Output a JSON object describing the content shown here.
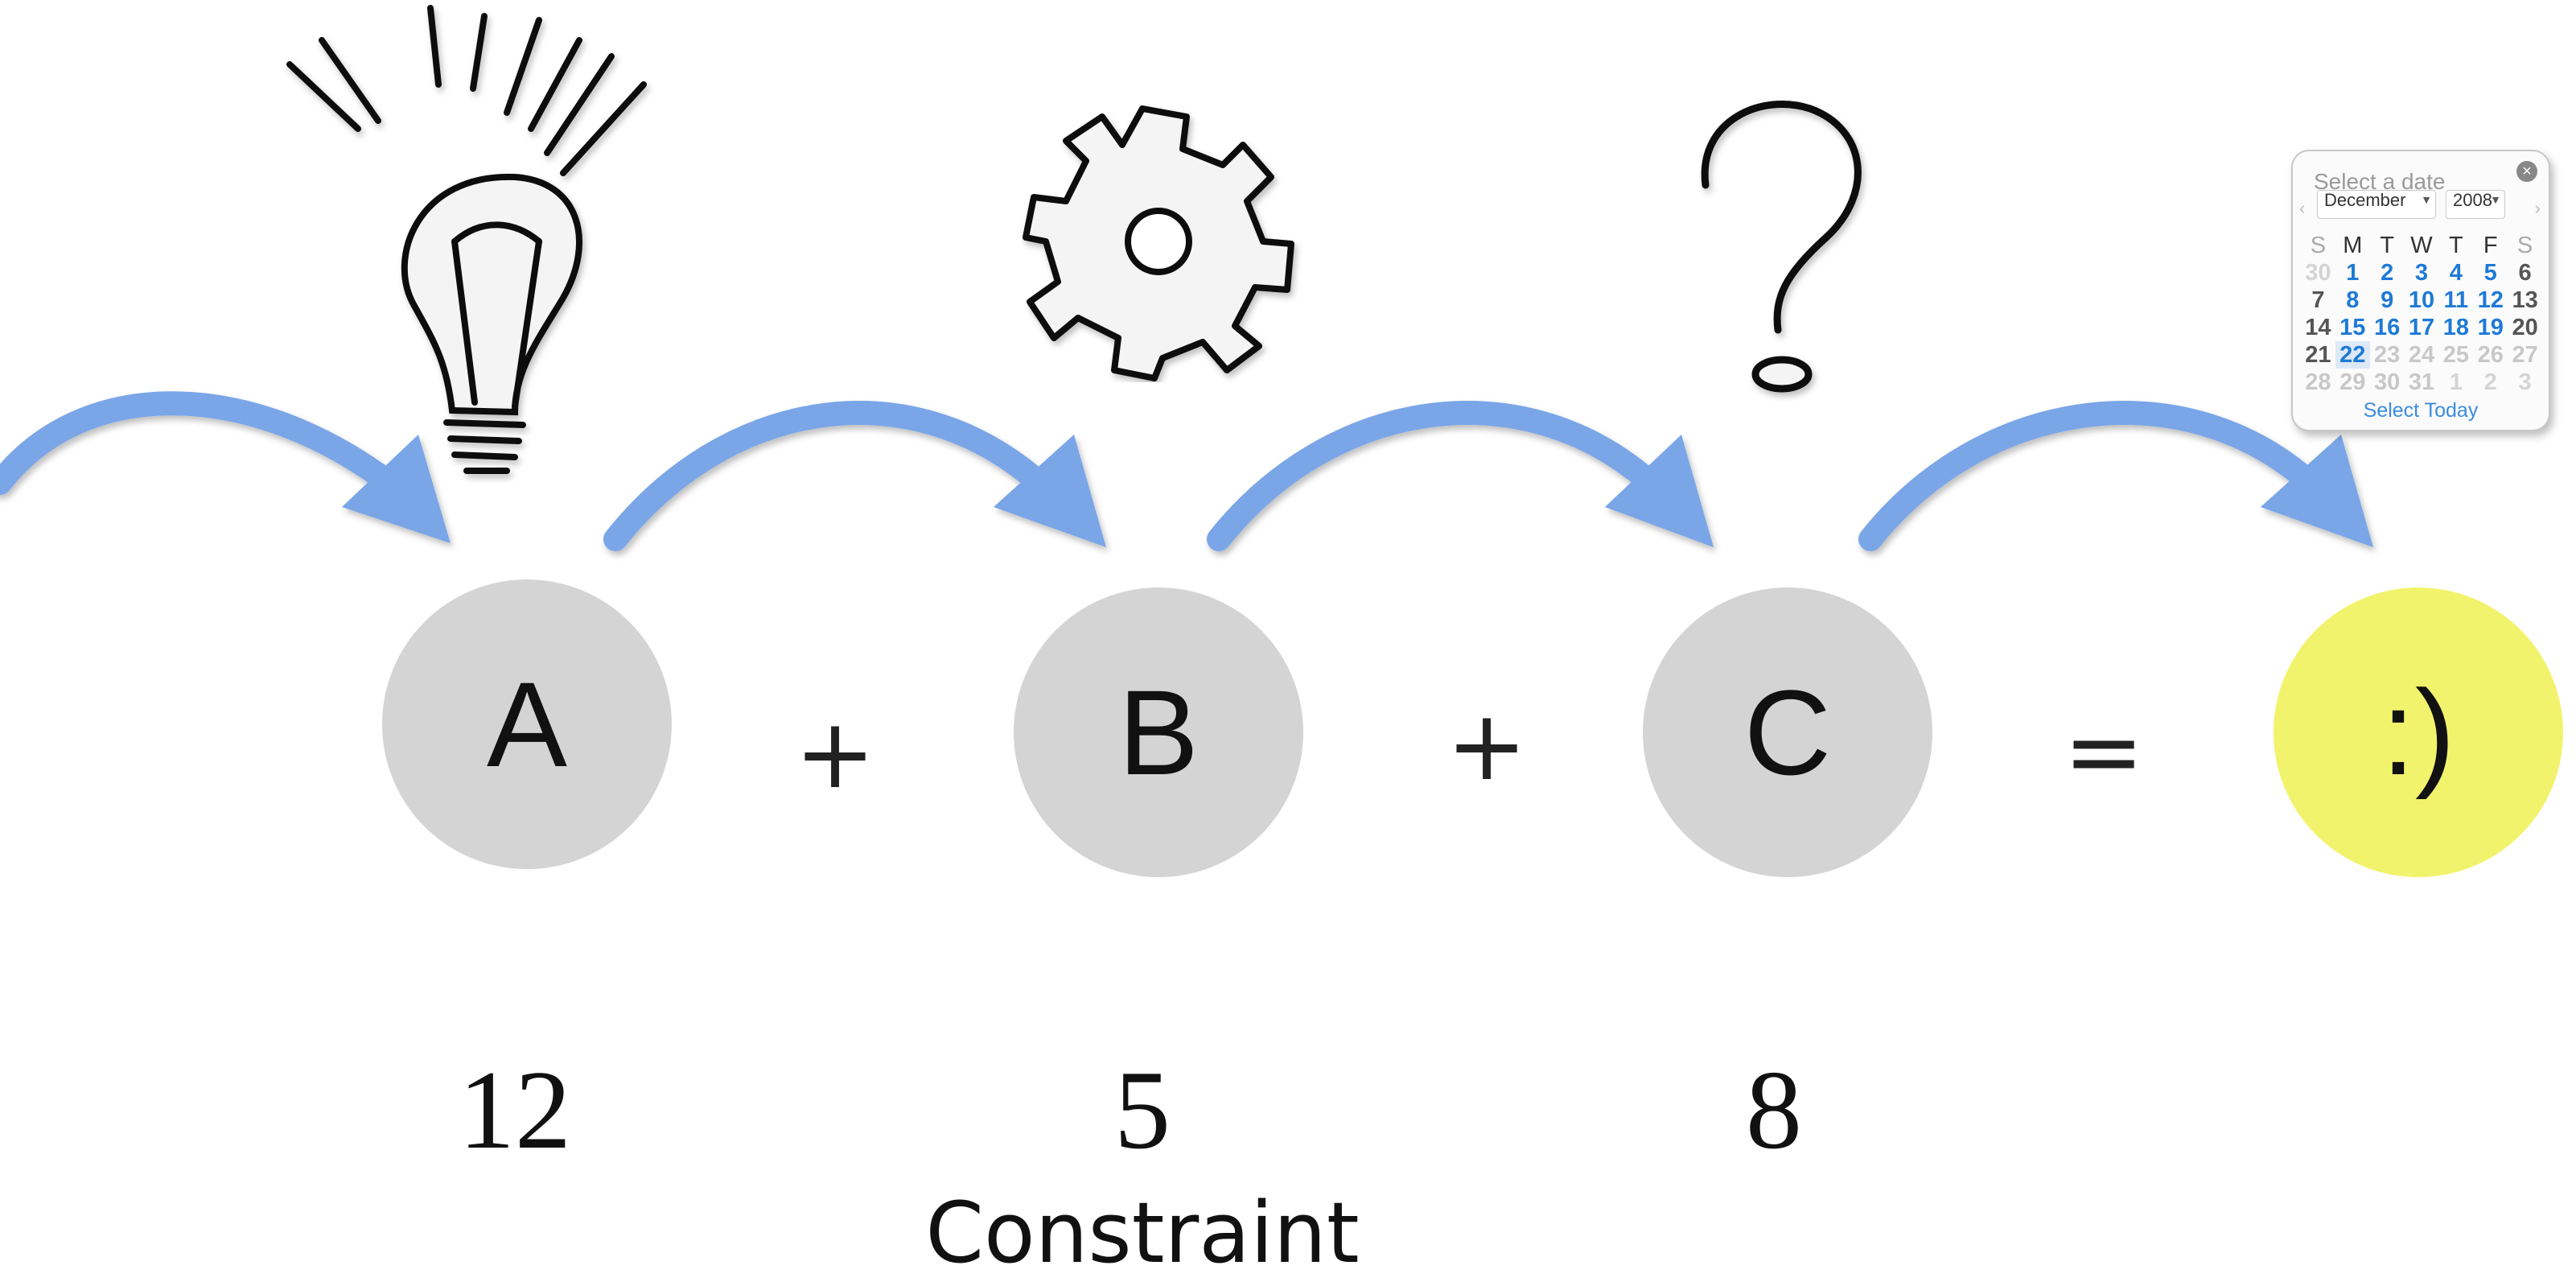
{
  "nodes": [
    {
      "label": "A",
      "value": "12"
    },
    {
      "label": "B",
      "value": "5"
    },
    {
      "label": "C",
      "value": "8"
    },
    {
      "label": ":)"
    }
  ],
  "operators": [
    "+",
    "+",
    "="
  ],
  "caption": "Constraint",
  "icons": [
    "lightbulb-icon",
    "gear-icon",
    "question-mark-icon"
  ],
  "colors": {
    "arrow": "#7aa6e8",
    "node": "#d4d4d4",
    "result": "#f2f36c"
  },
  "datepicker": {
    "title": "Select a date",
    "month": "December",
    "year": "2008",
    "weekdays": [
      "S",
      "M",
      "T",
      "W",
      "T",
      "F",
      "S"
    ],
    "weeks": [
      [
        "30",
        "1",
        "2",
        "3",
        "4",
        "5",
        "6"
      ],
      [
        "7",
        "8",
        "9",
        "10",
        "11",
        "12",
        "13"
      ],
      [
        "14",
        "15",
        "16",
        "17",
        "18",
        "19",
        "20"
      ],
      [
        "21",
        "22",
        "23",
        "24",
        "25",
        "26",
        "27"
      ],
      [
        "28",
        "29",
        "30",
        "31",
        "1",
        "2",
        "3"
      ]
    ],
    "today": "22",
    "footer": "Select Today"
  }
}
